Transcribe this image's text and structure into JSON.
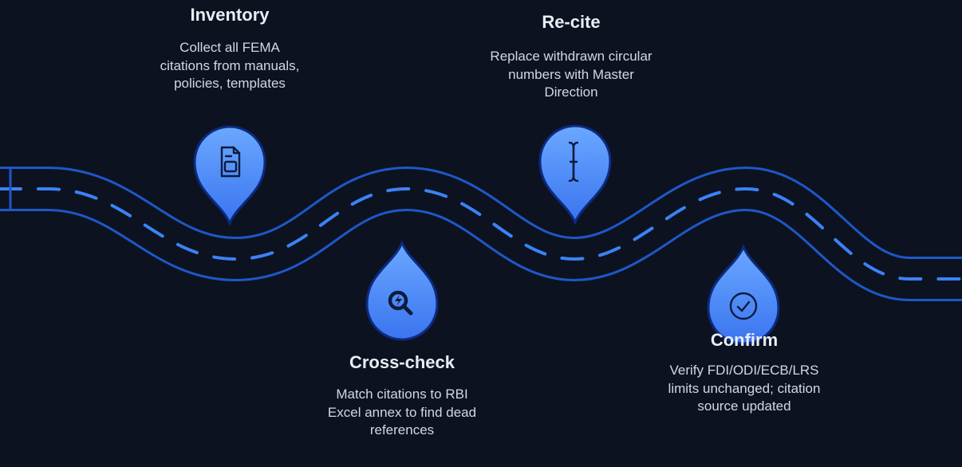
{
  "steps": [
    {
      "id": "inventory",
      "title": "Inventory",
      "description": "Collect all FEMA citations from manuals, policies, templates",
      "icon": "document-icon"
    },
    {
      "id": "cross-check",
      "title": "Cross-check",
      "description": "Match citations to RBI Excel annex to find dead references",
      "icon": "search-icon"
    },
    {
      "id": "re-cite",
      "title": "Re-cite",
      "description": "Replace withdrawn circular numbers with Master Direction",
      "icon": "text-cursor-icon"
    },
    {
      "id": "confirm",
      "title": "Confirm",
      "description": "Verify FDI/ODI/ECB/LRS limits unchanged; citation source updated",
      "icon": "check-circle-icon"
    }
  ],
  "colors": {
    "background": "#0c1220",
    "road_border": "#1f57c8",
    "road_fill": "#0c1220",
    "lane_marker": "#3b82f6",
    "pin_fill_top": "#6aa8ff",
    "pin_fill_bottom": "#3a74f0",
    "pin_stroke": "#0d2a80",
    "icon_stroke": "#0d1b3d",
    "title_text": "#e9eef6",
    "body_text": "#cfd8e6"
  }
}
